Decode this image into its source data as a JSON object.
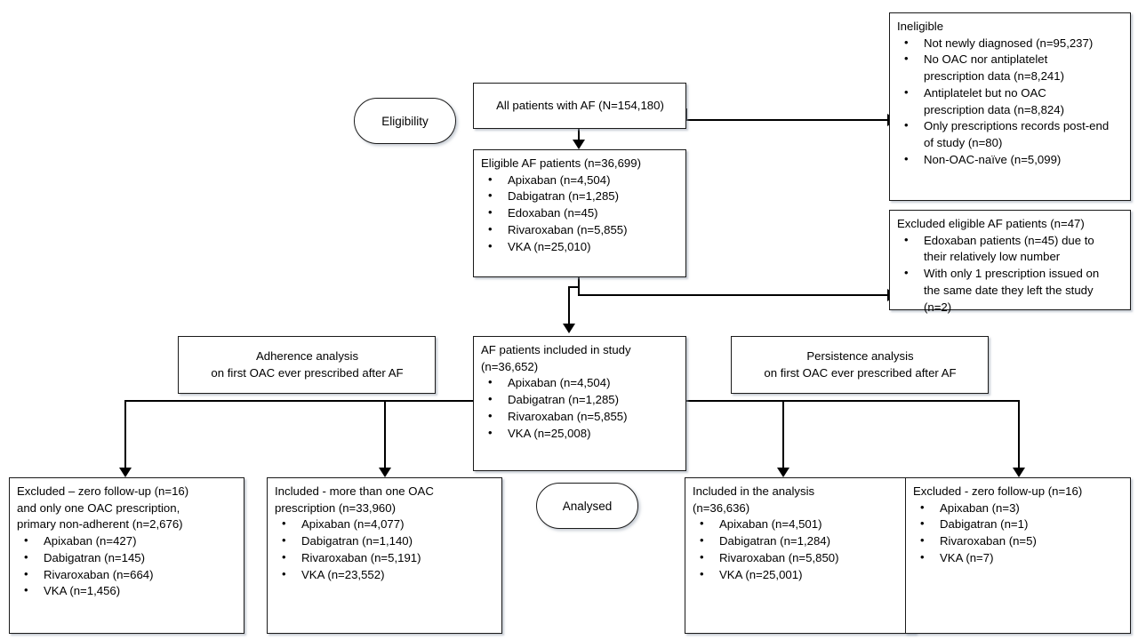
{
  "diagram": {
    "title": "CONSORT-style patient flow diagram",
    "stage_labels": {
      "eligibility": "Eligibility",
      "analysed": "Analysed"
    },
    "boxes": {
      "all_patients": {
        "title": "All patients with AF (N=154,180)",
        "items": []
      },
      "ineligible": {
        "title": "Ineligible",
        "items": [
          "Not newly diagnosed (n=95,237)",
          "No OAC nor antiplatelet\nprescription data (n=8,241)",
          "Antiplatelet but no OAC\nprescription data (n=8,824)",
          "Only prescriptions records post-end\nof study (n=80)",
          "Non-OAC-naïve (n=5,099)"
        ]
      },
      "eligible_af": {
        "title": "Eligible AF patients (n=36,699)",
        "items": [
          "Apixaban (n=4,504)",
          "Dabigatran (n=1,285)",
          "Edoxaban (n=45)",
          "Rivaroxaban (n=5,855)",
          "VKA (n=25,010)"
        ]
      },
      "excluded_eligible": {
        "title": "Excluded eligible AF patients (n=47)",
        "items": [
          "Edoxaban patients (n=45) due to\ntheir relatively low number",
          "With only 1 prescription issued on\nthe same date they left the study\n(n=2)"
        ]
      },
      "adherence_analysis": {
        "title": "Adherence analysis\non first OAC ever prescribed after AF",
        "items": []
      },
      "included_study": {
        "title": "AF patients included in study\n(n=36,652)",
        "items": [
          "Apixaban (n=4,504)",
          "Dabigatran (n=1,285)",
          "Rivaroxaban (n=5,855)",
          "VKA (n=25,008)"
        ]
      },
      "persistence_analysis": {
        "title": "Persistence analysis\non first OAC ever prescribed after AF",
        "items": []
      },
      "excluded_adherence": {
        "title": "Excluded – zero follow-up (n=16)\nand only one OAC prescription,\nprimary non-adherent (n=2,676)",
        "items": [
          "Apixaban (n=427)",
          "Dabigatran (n=145)",
          "Rivaroxaban (n=664)",
          "VKA (n=1,456)"
        ]
      },
      "included_adherence": {
        "title": "Included - more than one OAC\nprescription (n=33,960)",
        "items": [
          "Apixaban (n=4,077)",
          "Dabigatran (n=1,140)",
          "Rivaroxaban (n=5,191)",
          "VKA (n=23,552)"
        ]
      },
      "included_persistence": {
        "title": "Included in the analysis\n(n=36,636)",
        "items": [
          "Apixaban (n=4,501)",
          "Dabigatran (n=1,284)",
          "Rivaroxaban (n=5,850)",
          "VKA (n=25,001)"
        ]
      },
      "excluded_persistence": {
        "title": "Excluded - zero follow-up (n=16)",
        "items": [
          "Apixaban (n=3)",
          "Dabigatran (n=1)",
          "Rivaroxaban (n=5)",
          "VKA (n=7)"
        ]
      }
    },
    "colors": {
      "stroke": "#1a1a1a",
      "background": "#ffffff",
      "connector": "#000000",
      "shadow": "#96a0af"
    }
  }
}
